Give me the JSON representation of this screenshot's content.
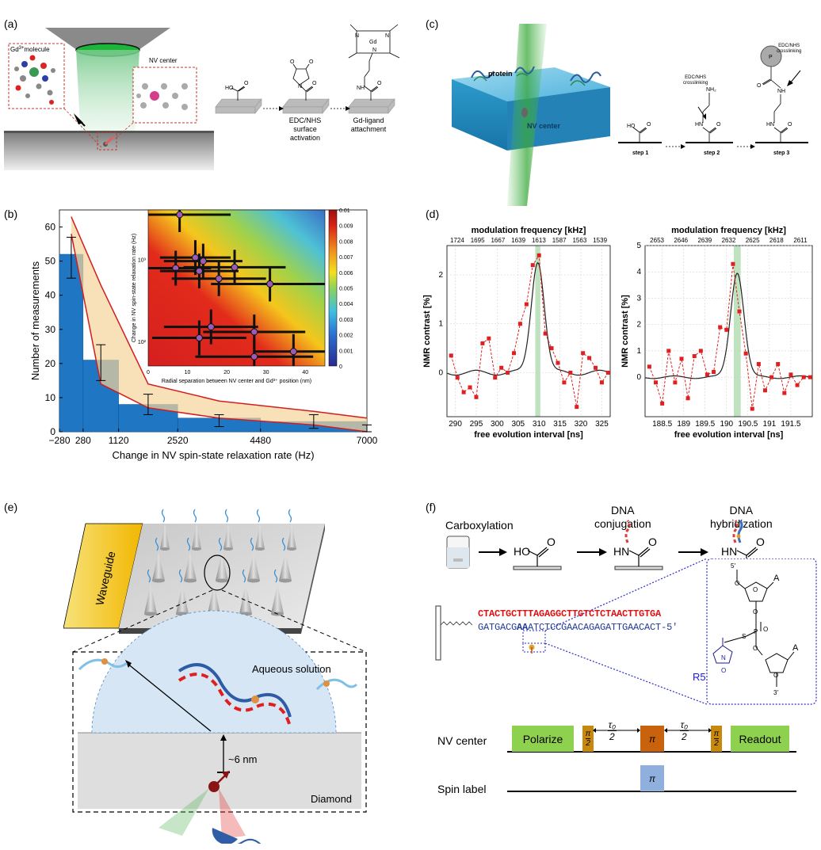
{
  "panels": {
    "a": {
      "label": "(a)",
      "gd_label_pre": "Gd",
      "gd_label_sup": "3+",
      "gd_label_post": "molecule",
      "nv_label": "NV center",
      "step_labels": [
        "EDC/NHS\nsurface\nactivation",
        "Gd-ligand\nattachment"
      ],
      "chem_atoms": [
        "HO",
        "O",
        "O",
        "N",
        "O",
        "O",
        "N",
        "Gd",
        "N",
        "N",
        "O",
        "NH"
      ]
    },
    "b": {
      "label": "(b)",
      "ylabel": "Number of measurements",
      "xlabel": "Change in NV spin-state relaxation rate (Hz)",
      "inset_ylabel": "Change in NV spin-state relaxation rate (Hz)",
      "inset_xlabel": "Radial separation between NV center and Gd³⁺ position (nm)",
      "inset_xticks": [
        "0",
        "10",
        "20",
        "30",
        "40"
      ],
      "inset_yticks": [
        "10³",
        "10²"
      ],
      "colorbar_ticks": [
        "0.01",
        "0.009",
        "0.008",
        "0.007",
        "0.006",
        "0.005",
        "0.004",
        "0.003",
        "0.002",
        "0.001",
        "0"
      ]
    },
    "c": {
      "label": "(c)",
      "protein_label": "protein",
      "nv_label": "NV center",
      "crosslink_label": "EDC/NHS\ncrosslinking",
      "crosslink_label2": "EDC/NHS\ncrosslinking",
      "steps": [
        "step 1",
        "step 2",
        "step 3"
      ],
      "chem_atoms": [
        "HO",
        "O",
        "NH₂",
        "HN",
        "O",
        "P",
        "O",
        "NH",
        "HN",
        "O"
      ]
    },
    "d": {
      "label": "(d)",
      "left": {
        "top_title": "modulation frequency [kHz]",
        "top_ticks": [
          "1724",
          "1695",
          "1667",
          "1639",
          "1613",
          "1587",
          "1563",
          "1539"
        ],
        "ylabel": "NMR contrast [%]",
        "xlabel": "free evolution interval [ns]",
        "xticks": [
          "290",
          "295",
          "300",
          "305",
          "310",
          "315",
          "320",
          "325"
        ],
        "yticks": [
          "2",
          "1",
          "0"
        ]
      },
      "right": {
        "top_title": "modulation frequency [kHz]",
        "top_ticks": [
          "2653",
          "2646",
          "2639",
          "2632",
          "2625",
          "2618",
          "2611"
        ],
        "ylabel": "NMR contrast [%]",
        "xlabel": "free evolution interval [ns]",
        "xticks": [
          "188.5",
          "189",
          "189.5",
          "190",
          "190.5",
          "191",
          "191.5"
        ],
        "yticks": [
          "5",
          "4",
          "3",
          "2",
          "1",
          "0"
        ]
      }
    },
    "e": {
      "label": "(e)",
      "waveguide": "Waveguide",
      "aqueous": "Aqueous solution",
      "distance": "~6 nm",
      "diamond": "Diamond"
    },
    "f": {
      "label": "(f)",
      "steps": [
        "Carboxylation",
        "DNA\nconjugation",
        "DNA\nhybridization"
      ],
      "chem_atoms": [
        "HO",
        "O",
        "HN",
        "O",
        "HN",
        "O"
      ],
      "seq_top": "CTACTGCTTTAGAGGCTTGTCTCTAACTTGTGA",
      "seq_bottom_pre": "GATGACG",
      "seq_bottom_hl": "AA",
      "seq_bottom_post": "ATCTCCGAACAGAGATTGAACACT",
      "seq_bottom_end": "-5′",
      "r5": "R5",
      "struct_atoms": [
        "5′",
        "O",
        "A",
        "O",
        "O",
        "S",
        "P",
        "O",
        "O",
        "N",
        "O",
        "A",
        "O",
        "3′"
      ],
      "row_nv": "NV center",
      "row_spin": "Spin label",
      "polarize": "Polarize",
      "readout": "Readout",
      "pi_half_num": "π",
      "pi_half_den": "2",
      "pi": "π",
      "tau_num": "τ₀",
      "tau_den": "2"
    }
  },
  "chart_data": [
    {
      "type": "bar",
      "title": "",
      "xlabel": "Change in NV spin-state relaxation rate (Hz)",
      "ylabel": "Number of measurements",
      "tick_labels": [
        "−280",
        "280",
        "1120",
        "2520",
        "4480",
        "7000"
      ],
      "bin_edges": [
        -280,
        280,
        1120,
        2520,
        4480,
        7000
      ],
      "values": [
        52,
        21,
        8,
        4,
        3,
        1
      ],
      "error_low": [
        45,
        15,
        5,
        1.5,
        1,
        0
      ],
      "error_high": [
        57,
        25.5,
        11,
        5,
        5,
        2
      ],
      "band_upper": [
        63,
        43,
        14,
        9,
        6,
        4
      ],
      "band_lower": [
        58,
        14,
        7,
        4,
        2,
        0
      ],
      "yticks": [
        0,
        10,
        20,
        30,
        40,
        50,
        60
      ],
      "ylim": [
        0,
        65
      ],
      "xlim": [
        -280,
        7000
      ]
    },
    {
      "type": "scatter",
      "title": "",
      "xlabel": "Radial separation between NV center and Gd³⁺ position (nm)",
      "ylabel": "Change in NV spin-state relaxation rate (Hz)",
      "xlim": [
        0,
        45
      ],
      "ylim": [
        50,
        4000
      ],
      "yscale": "log",
      "points": [
        {
          "x": 8,
          "y": 3500,
          "xerr": 13
        },
        {
          "x": 12,
          "y": 1050,
          "xerr": 9
        },
        {
          "x": 14,
          "y": 950,
          "xerr": 10
        },
        {
          "x": 7,
          "y": 780,
          "xerr": 9
        },
        {
          "x": 13,
          "y": 720,
          "xerr": 10
        },
        {
          "x": 22,
          "y": 800,
          "xerr": 13
        },
        {
          "x": 18,
          "y": 580,
          "xerr": 12
        },
        {
          "x": 31,
          "y": 500,
          "xerr": 15
        },
        {
          "x": 16,
          "y": 150,
          "xerr": 12
        },
        {
          "x": 27,
          "y": 130,
          "xerr": 13
        },
        {
          "x": 13,
          "y": 110,
          "xerr": 12
        },
        {
          "x": 37,
          "y": 75,
          "xerr": 10
        },
        {
          "x": 27,
          "y": 65,
          "xerr": 15
        }
      ]
    },
    {
      "type": "line",
      "title": "",
      "xlabel": "free evolution interval [ns]",
      "ylabel": "NMR contrast [%]",
      "x": [
        289,
        290.5,
        292,
        293.5,
        295,
        296.5,
        298,
        299.5,
        301,
        302.5,
        304,
        305.5,
        307,
        308.5,
        310,
        311.5,
        313,
        314.5,
        316,
        317.5,
        319,
        320.5,
        322,
        323.5,
        325,
        326.5
      ],
      "y": [
        0.35,
        -0.1,
        -0.4,
        -0.3,
        -0.5,
        0.6,
        0.7,
        -0.1,
        0.1,
        0.0,
        0.4,
        1.0,
        1.4,
        2.2,
        2.4,
        0.8,
        0.5,
        0.2,
        -0.2,
        0.0,
        -0.7,
        0.4,
        0.3,
        0.1,
        -0.2,
        0.0
      ],
      "fit_peak": 309.7,
      "fit_amplitude": 2.3,
      "xlim": [
        288,
        327
      ],
      "ylim": [
        -0.9,
        2.6
      ]
    },
    {
      "type": "line",
      "title": "",
      "xlabel": "free evolution interval [ns]",
      "ylabel": "NMR contrast [%]",
      "x": [
        188.2,
        188.35,
        188.5,
        188.65,
        188.8,
        188.95,
        189.1,
        189.25,
        189.4,
        189.55,
        189.7,
        189.85,
        190.0,
        190.15,
        190.3,
        190.45,
        190.6,
        190.75,
        190.9,
        191.05,
        191.2,
        191.35,
        191.5,
        191.65,
        191.8,
        191.95
      ],
      "y": [
        0.4,
        -0.2,
        -1.0,
        1.0,
        -0.2,
        0.7,
        -0.8,
        0.8,
        1.0,
        0.1,
        0.2,
        1.9,
        1.8,
        4.3,
        2.5,
        0.9,
        -1.2,
        0.5,
        -0.5,
        0.0,
        0.5,
        -0.6,
        0.1,
        -0.3,
        0.0,
        0.0
      ],
      "fit_peak": 190.25,
      "fit_amplitude": 4.0,
      "xlim": [
        188.1,
        192.0
      ],
      "ylim": [
        -1.5,
        5
      ]
    }
  ]
}
